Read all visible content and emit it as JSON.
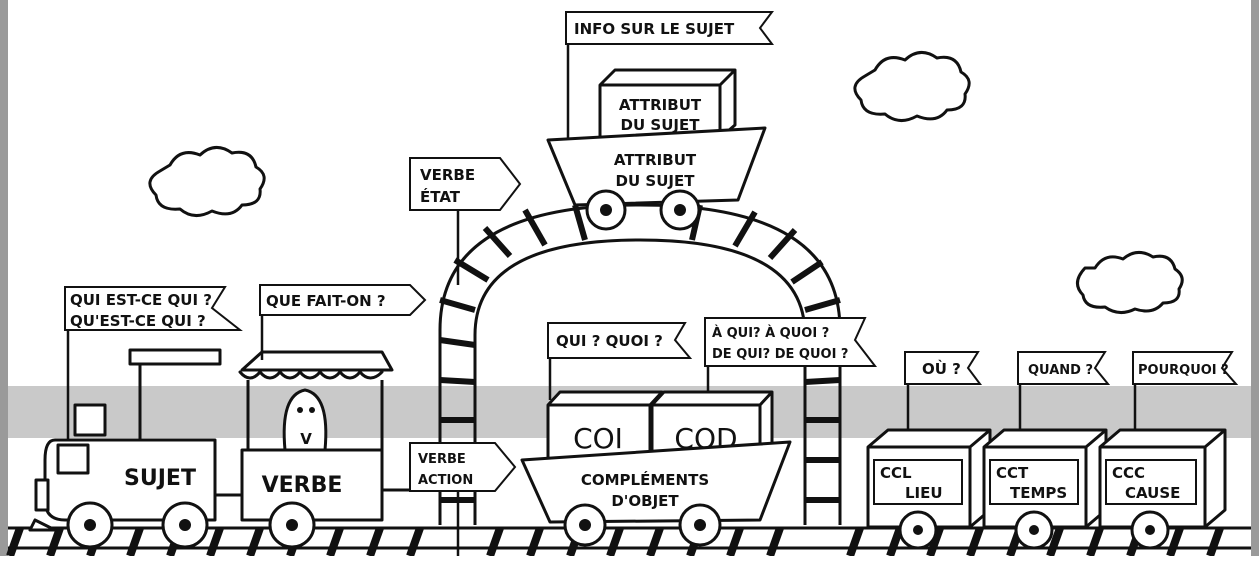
{
  "colors": {
    "ink": "#111111",
    "paper": "#ffffff",
    "band": "#c9c9c9",
    "frame": "#9a9a9a"
  },
  "signs": {
    "subject_q1": "QUI EST-CE QUI ?",
    "subject_q2": "QU'EST-CE QUI ?",
    "verb_q": "QUE FAIT-ON ?",
    "state_verb_1": "VERBE",
    "state_verb_2": "ÉTAT",
    "info_subject": "INFO SUR LE SUJET",
    "action_verb_1": "VERBE",
    "action_verb_2": "ACTION",
    "object_q": "QUI ? QUOI ?",
    "indirect_q1": "À QUI?  À QUOI ?",
    "indirect_q2": "DE QUI?  DE QUOI ?",
    "place_q": "OÙ ?",
    "time_q": "QUAND ?",
    "cause_q": "POURQUOI ?"
  },
  "cars": {
    "locomotive": "SUJET",
    "verb_car": "VERBE",
    "verb_badge": "V",
    "attribute_box_1": "ATTRIBUT",
    "attribute_box_2": "DU SUJET",
    "attribute_cart_1": "ATTRIBUT",
    "attribute_cart_2": "DU SUJET",
    "coi_box": "COI",
    "cod_box": "COD",
    "object_cart_1": "COMPLÉMENTS",
    "object_cart_2": "D'OBJET",
    "ccl_1": "CCL",
    "ccl_2": "LIEU",
    "cct_1": "CCT",
    "cct_2": "TEMPS",
    "ccc_1": "CCC",
    "ccc_2": "CAUSE"
  }
}
